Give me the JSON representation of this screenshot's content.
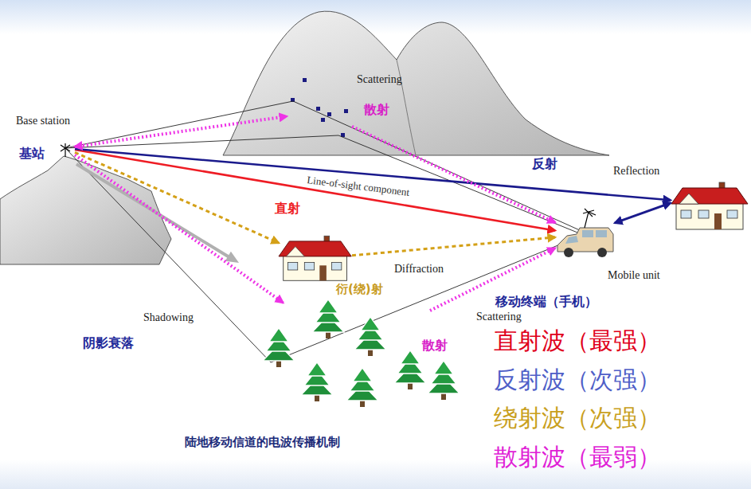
{
  "diagram": {
    "caption": "陆地移动信道的电波传播机制",
    "nodes": [
      {
        "text": [
          "Base station",
          "基站"
        ]
      },
      {
        "text": [
          "Scattering",
          "散射"
        ]
      },
      {
        "text": [
          "Reflection"
        ]
      },
      {
        "text": [
          "Diffraction",
          "衍(绕)射"
        ]
      },
      {
        "text": [
          "Mobile unit",
          "移动终端（手机）"
        ]
      },
      {
        "text": [
          "Scattering",
          "散射"
        ]
      }
    ],
    "edges": [
      {
        "from": 0,
        "to": 4,
        "arrow": "to",
        "label": "直射"
      },
      {
        "from": 0,
        "to": 2,
        "arrow": "to",
        "label": "反射"
      },
      {
        "from": 2,
        "to": 4,
        "arrow": "both"
      },
      {
        "from": 0,
        "to": 3,
        "arrow": "to"
      },
      {
        "from": 3,
        "to": 4,
        "arrow": "to"
      },
      {
        "from": 0,
        "to": 1,
        "arrow": "both"
      },
      {
        "from": 1,
        "to": 4,
        "arrow": "to"
      },
      {
        "from": 0,
        "to": 5,
        "arrow": "to"
      },
      {
        "from": 5,
        "to": 4,
        "arrow": "to"
      }
    ],
    "labels": [
      "Line-of-sight component",
      "Shadowing",
      "阴影衰落",
      "直射波（最强）",
      "反射波（次强）",
      "绕射波（次强）",
      "散射波（最弱）"
    ]
  }
}
